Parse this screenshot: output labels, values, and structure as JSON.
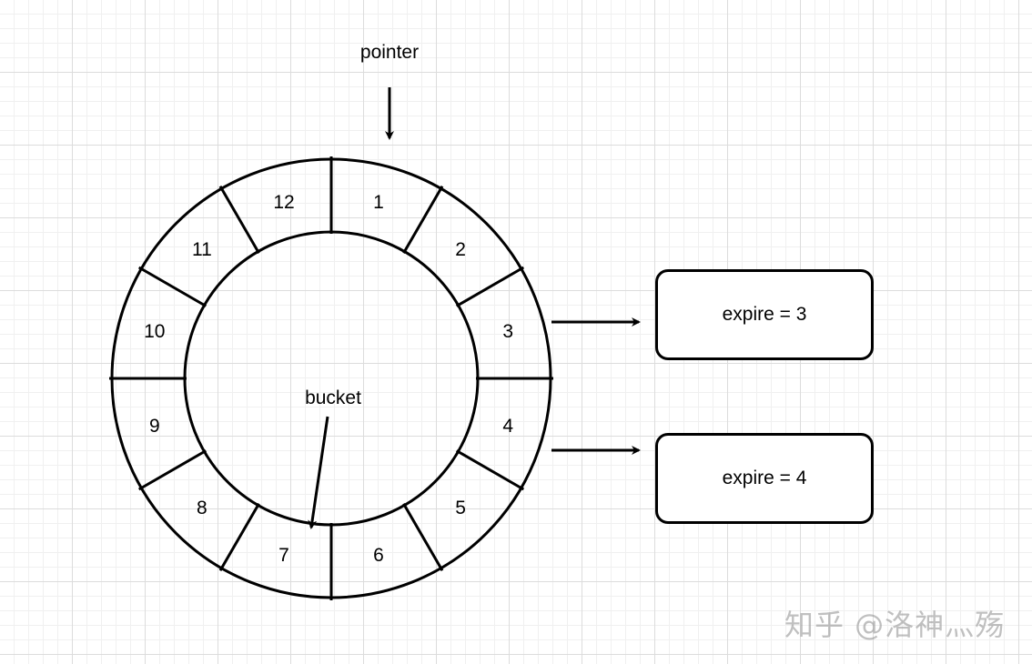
{
  "pointer": {
    "label": "pointer"
  },
  "bucket": {
    "label": "bucket"
  },
  "wheel": {
    "slots": [
      {
        "label": "1"
      },
      {
        "label": "2"
      },
      {
        "label": "3"
      },
      {
        "label": "4"
      },
      {
        "label": "5"
      },
      {
        "label": "6"
      },
      {
        "label": "7"
      },
      {
        "label": "8"
      },
      {
        "label": "9"
      },
      {
        "label": "10"
      },
      {
        "label": "11"
      },
      {
        "label": "12"
      }
    ]
  },
  "tasks": [
    {
      "label": "expire = 3"
    },
    {
      "label": "expire = 4"
    }
  ],
  "watermark": "知乎 @洛神灬殇",
  "colors": {
    "stroke": "#000000",
    "grid": "#dcdcdc"
  }
}
